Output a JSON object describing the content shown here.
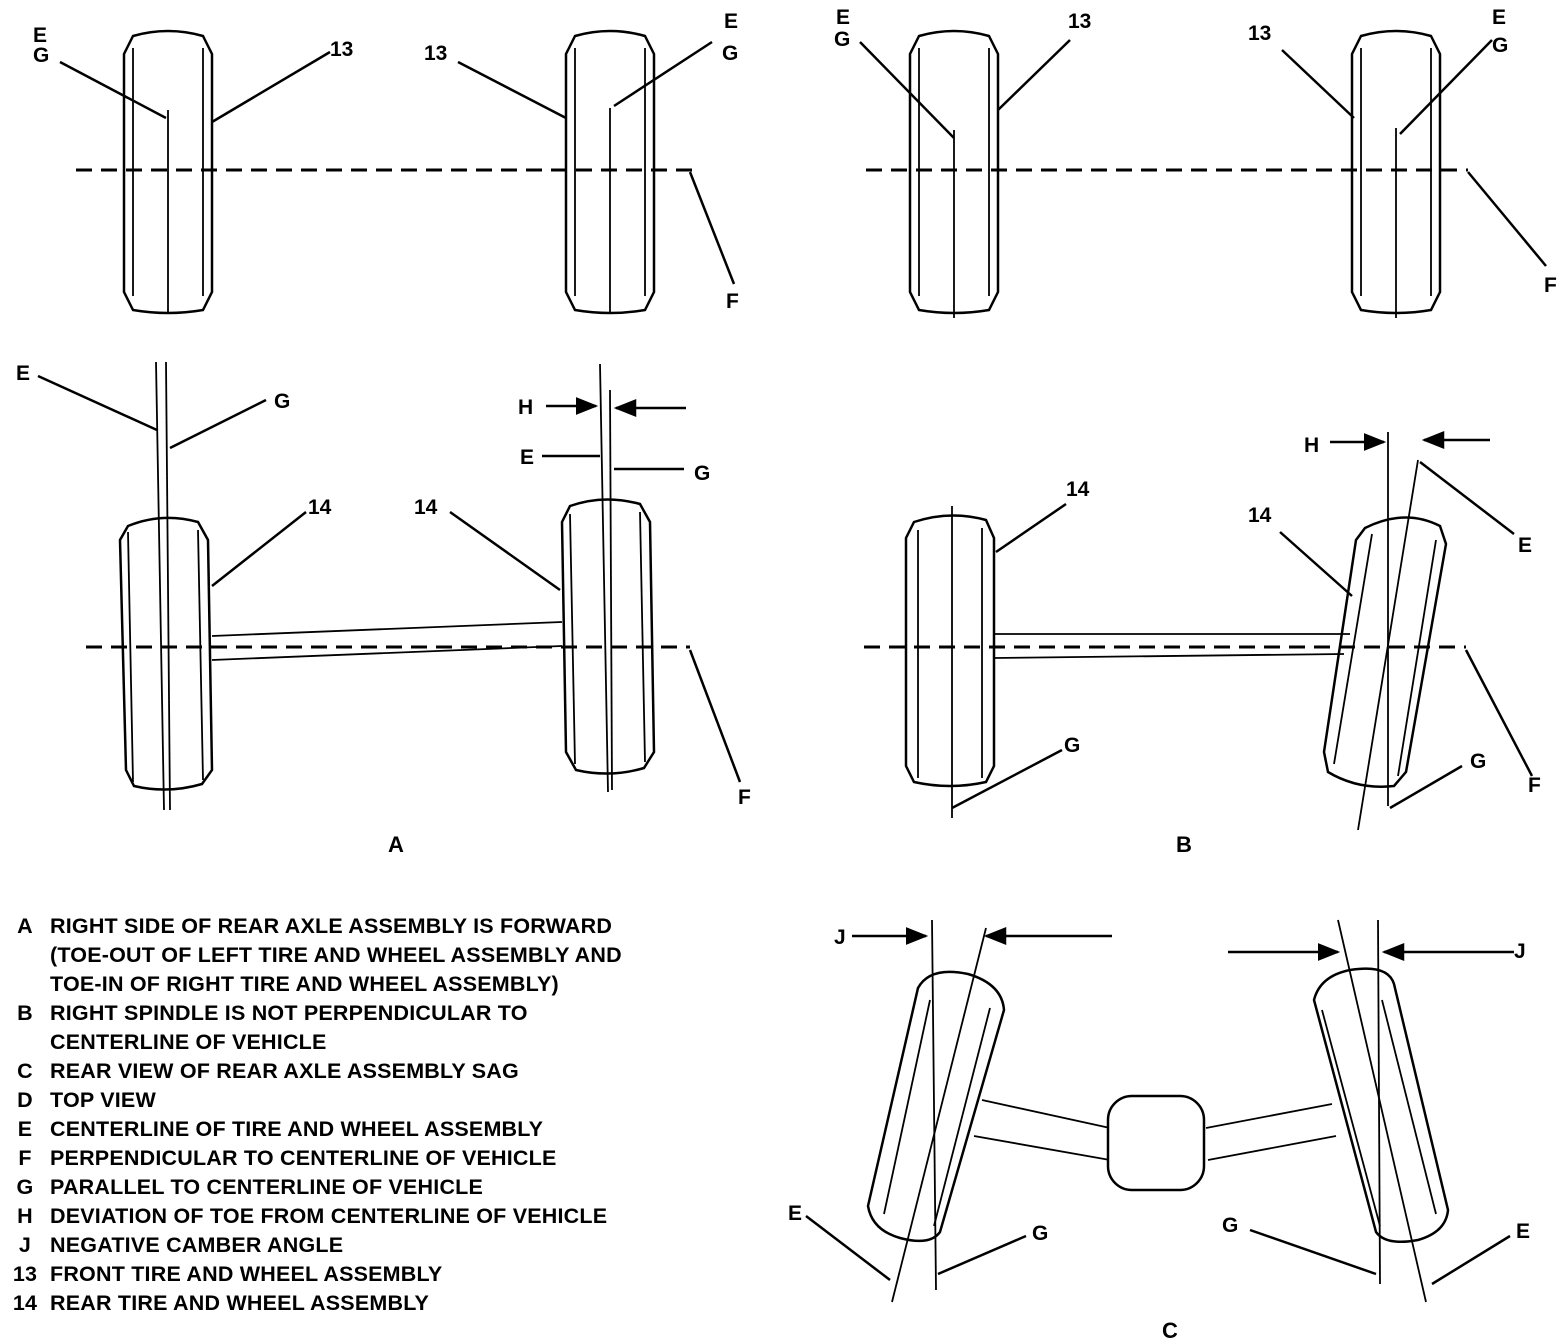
{
  "labels": {
    "E": "E",
    "F": "F",
    "G": "G",
    "H": "H",
    "J": "J",
    "EG": "E\nG",
    "n13": "13",
    "n14": "14"
  },
  "captions": {
    "A": "A",
    "B": "B",
    "C": "C"
  },
  "legend": [
    {
      "key": "A",
      "text": "RIGHT SIDE OF REAR AXLE ASSEMBLY IS FORWARD\n(TOE-OUT OF LEFT TIRE AND WHEEL ASSEMBLY AND\nTOE-IN OF RIGHT TIRE AND WHEEL ASSEMBLY)"
    },
    {
      "key": "B",
      "text": "RIGHT SPINDLE IS NOT PERPENDICULAR TO\nCENTERLINE OF VEHICLE"
    },
    {
      "key": "C",
      "text": "REAR VIEW OF REAR AXLE ASSEMBLY SAG"
    },
    {
      "key": "D",
      "text": "TOP VIEW"
    },
    {
      "key": "E",
      "text": "CENTERLINE OF TIRE AND WHEEL ASSEMBLY"
    },
    {
      "key": "F",
      "text": "PERPENDICULAR TO CENTERLINE OF VEHICLE"
    },
    {
      "key": "G",
      "text": "PARALLEL TO CENTERLINE OF VEHICLE"
    },
    {
      "key": "H",
      "text": "DEVIATION OF TOE FROM CENTERLINE OF VEHICLE"
    },
    {
      "key": "J",
      "text": "NEGATIVE CAMBER ANGLE"
    },
    {
      "key": "13",
      "text": "FRONT TIRE AND WHEEL ASSEMBLY"
    },
    {
      "key": "14",
      "text": "REAR TIRE AND WHEEL ASSEMBLY"
    }
  ]
}
